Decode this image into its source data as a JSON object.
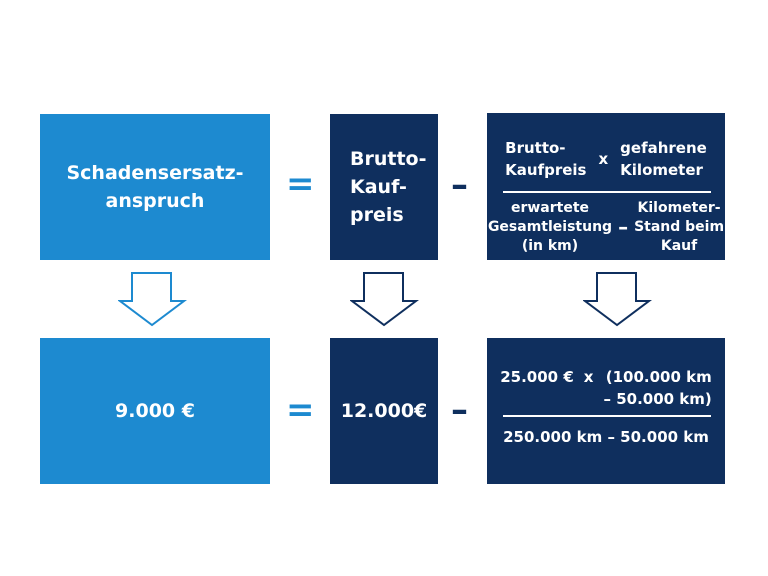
{
  "colors": {
    "light_blue": "#1d8ad0",
    "dark_blue": "#0f2f5e"
  },
  "formula": {
    "claim": "Schadensersatz-\nanspruch",
    "equals": "=",
    "gross_price": "Brutto-\nKauf-\npreis",
    "minus": "–",
    "numerator_left": "Brutto-\nKaufpreis",
    "times": "x",
    "numerator_right": "gefahrene\nKilometer",
    "denominator_left": "erwartete\nGesamtleistung\n(in km)",
    "denominator_minus": "–",
    "denominator_right": "Kilometer-\nStand beim\nKauf"
  },
  "example": {
    "claim": "9.000 €",
    "equals": "=",
    "gross_price": "12.000€",
    "minus": "–",
    "numerator_left": "25.000 €",
    "times": "x",
    "numerator_right": "(100.000 km\n– 50.000 km)",
    "denominator": "250.000 km – 50.000 km"
  },
  "arrows": [
    "down-arrow-icon",
    "down-arrow-icon",
    "down-arrow-icon"
  ]
}
